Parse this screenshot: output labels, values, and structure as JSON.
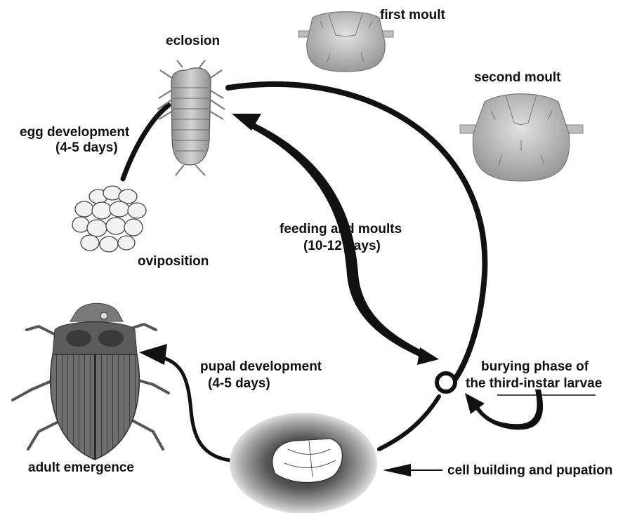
{
  "labels": {
    "eclosion": "eclosion",
    "first_moult": "first moult",
    "second_moult": "second moult",
    "egg_development": "egg development",
    "egg_days": "(4-5 days)",
    "oviposition": "oviposition",
    "feeding_and_moults": "feeding and moults",
    "feeding_days": "(10-12 days)",
    "burying_line1": "burying phase of",
    "burying_line2": "the third-instar larvae",
    "pupal_development": "pupal development",
    "pupal_days": "(4-5 days)",
    "adult_emergence": "adult emergence",
    "cell_building": "cell building and pupation"
  },
  "colors": {
    "ink": "#111111",
    "illustration_fill": "#c8c8c8",
    "illustration_dark": "#5a5a5a",
    "soil": "#8a8a8a"
  }
}
